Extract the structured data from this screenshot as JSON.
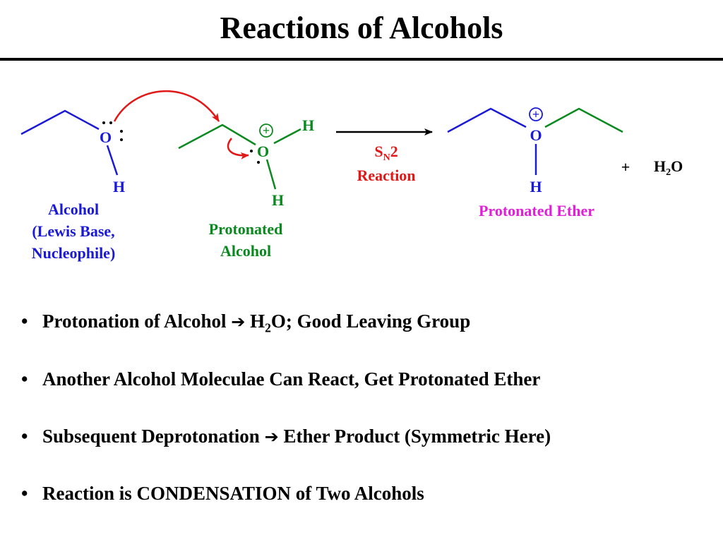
{
  "title": "Reactions of Alcohols",
  "colors": {
    "alcohol": "#1a1ad6",
    "protonated_alcohol": "#0a8a1e",
    "ether": "#e020d8",
    "reaction": "#e01818",
    "ether_left_bonds": "#1a1ad6",
    "ether_right_bonds": "#0a8a1e"
  },
  "scheme": {
    "alcohol_o": "O",
    "alcohol_h": "H",
    "alcohol_label_1": "Alcohol",
    "alcohol_label_2": "(Lewis Base,",
    "alcohol_label_3": "Nucleophile)",
    "prot_o": "O",
    "prot_h_top": "H",
    "prot_h_bottom": "H",
    "prot_label_1": "Protonated",
    "prot_label_2": "Alcohol",
    "charge_symbol": "+",
    "reaction_s": "S",
    "reaction_sub": "N",
    "reaction_num": "2",
    "reaction_word": "Reaction",
    "ether_o": "O",
    "ether_h": "H",
    "ether_label": "Protonated Ether",
    "plus": "+",
    "water_h": "H",
    "water_sub": "2",
    "water_o": "O"
  },
  "bullets": [
    {
      "pre": "Protonation of Alcohol ",
      "arrow": "➔",
      "mid": " H",
      "sub": "2",
      "post": "O; Good Leaving Group"
    },
    {
      "text": "Another Alcohol Moleculae Can React, Get Protonated Ether"
    },
    {
      "pre": "Subsequent Deprotonation  ",
      "arrow": "➔",
      "post": " Ether Product (Symmetric Here)"
    },
    {
      "text": "Reaction is CONDENSATION of Two Alcohols"
    }
  ],
  "bullet_symbol": "•"
}
